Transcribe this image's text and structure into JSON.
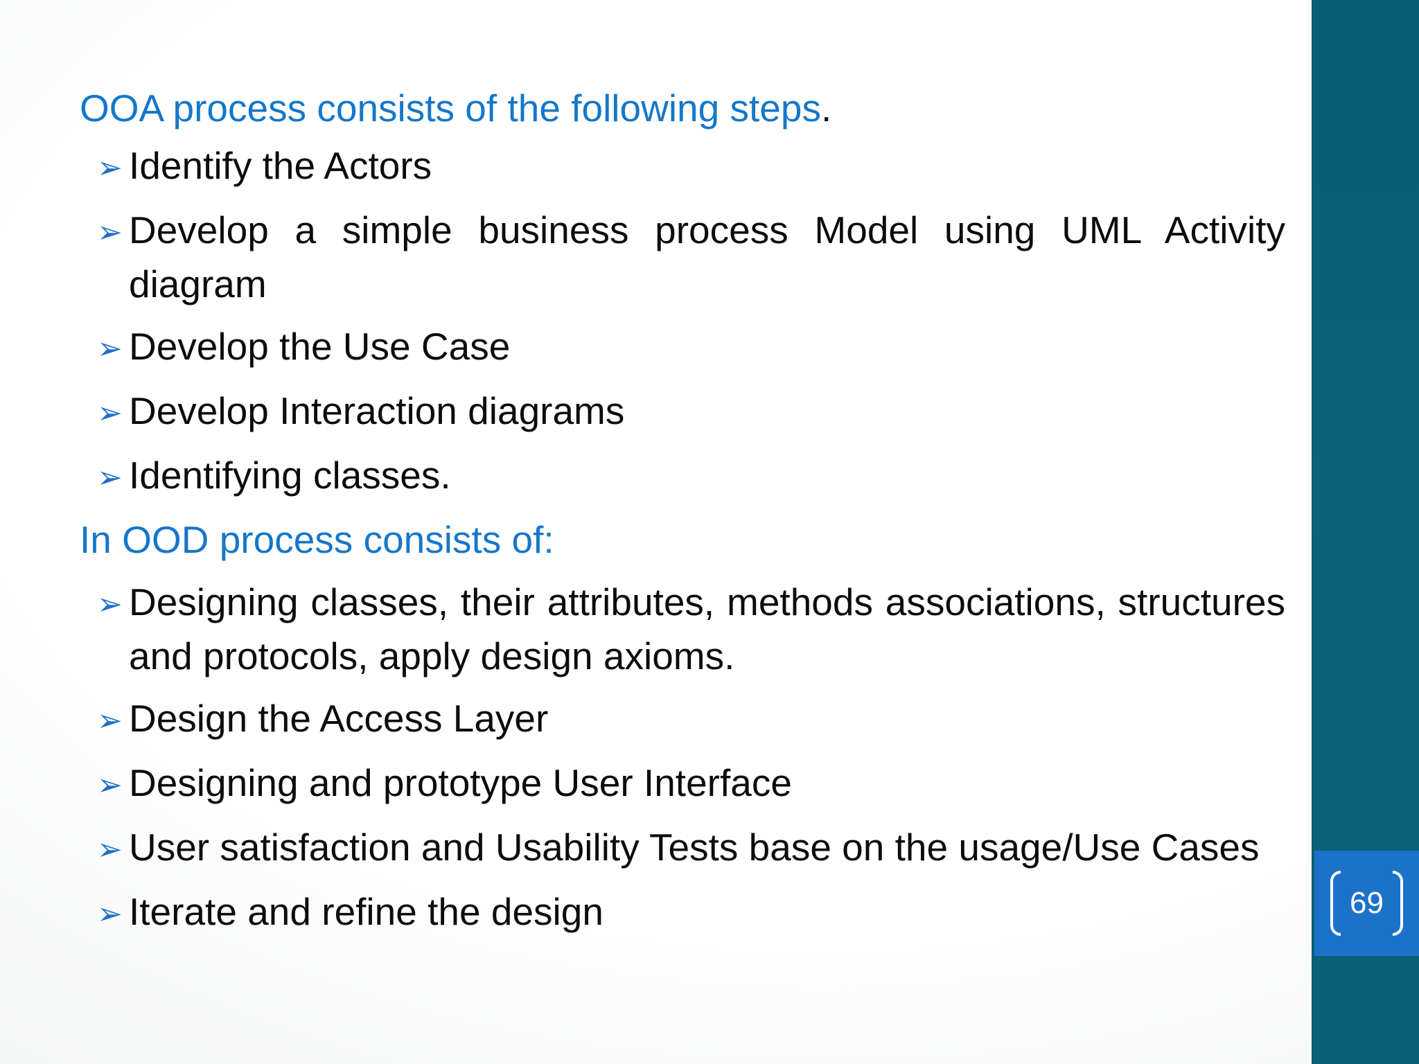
{
  "slide": {
    "heading_text": "OOA process consists of the following steps",
    "heading_period": ".",
    "bullet_glyph": "➢",
    "ooa_items": [
      "Identify the Actors",
      "Develop a simple business process Model using UML Activity diagram",
      "Develop the Use Case",
      "Develop Interaction diagrams",
      "Identifying classes."
    ],
    "subheading": "In OOD process consists of:",
    "ood_items": [
      "Designing classes, their attributes, methods associations, structures and protocols, apply design axioms.",
      "Design the Access Layer",
      "Designing and prototype User Interface",
      "User satisfaction and Usability Tests base on the usage/Use Cases",
      "Iterate and refine the design"
    ],
    "page_number": "69",
    "colors": {
      "accent_blue": "#1577c9",
      "bullet_blue": "#1e70c8",
      "sidebar_teal": "#0c6377",
      "page_box_blue": "#1b72c8",
      "text_black": "#0c0c0c"
    }
  }
}
